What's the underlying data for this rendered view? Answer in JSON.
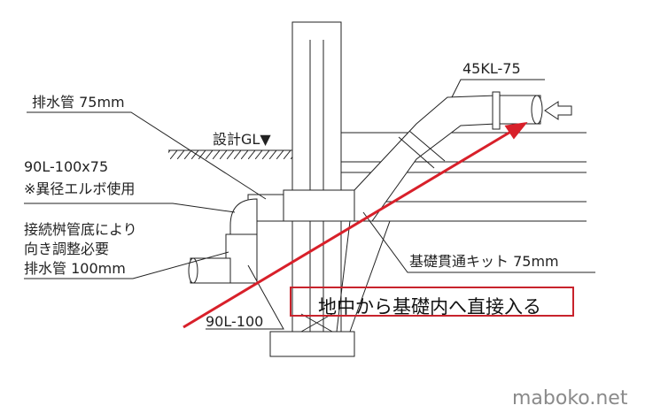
{
  "labels": {
    "drain75": "排水管 75mm",
    "gl": "設計GL▼",
    "elbow1": "90L-100x75",
    "elbow2": "※異径エルボ使用",
    "adjust1": "接続桝管底により",
    "adjust2": "向き調整必要",
    "drain100": "排水管 100mm",
    "l90": "90L-100",
    "kl45": "45KL-75",
    "kit": "基礎貫通キット 75mm"
  },
  "callout": "地中から基礎内へ直接入る",
  "watermark": "maboko.net",
  "colors": {
    "accent": "#c8232c"
  }
}
